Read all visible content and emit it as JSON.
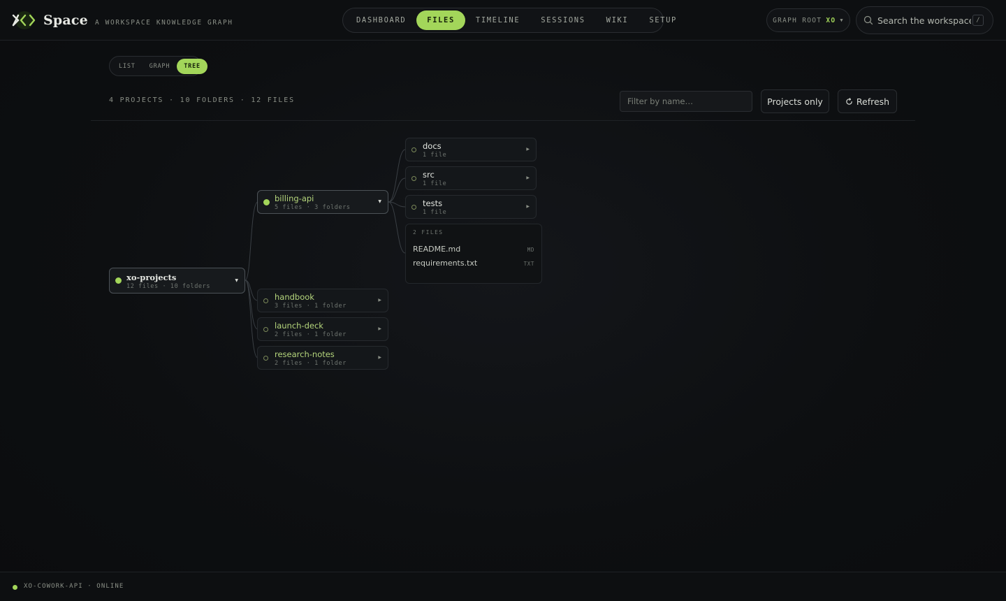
{
  "brand": {
    "name": "Space",
    "tagline": "A WORKSPACE KNOWLEDGE GRAPH"
  },
  "nav": {
    "items": [
      "DASHBOARD",
      "FILES",
      "TIMELINE",
      "SESSIONS",
      "WIKI",
      "SETUP"
    ],
    "active": "FILES"
  },
  "graph_root": {
    "label": "GRAPH ROOT",
    "value": "XO"
  },
  "search": {
    "placeholder": "Search the workspace…",
    "shortcut": "/"
  },
  "view_toggle": {
    "items": [
      "LIST",
      "GRAPH",
      "TREE"
    ],
    "active": "TREE"
  },
  "stats": "4 PROJECTS · 10 FOLDERS · 12 FILES",
  "toolbar": {
    "filter_placeholder": "Filter by name…",
    "projects_only": "Projects only",
    "refresh": "Refresh"
  },
  "tree": {
    "root": {
      "name": "xo-projects",
      "meta": "12 files · 10 folders"
    },
    "projects": [
      {
        "name": "billing-api",
        "meta": "5 files · 3 folders",
        "expanded": true
      },
      {
        "name": "handbook",
        "meta": "3 files · 1 folder"
      },
      {
        "name": "launch-deck",
        "meta": "2 files · 1 folder"
      },
      {
        "name": "research-notes",
        "meta": "2 files · 1 folder"
      }
    ],
    "folders": [
      {
        "name": "docs",
        "meta": "1 file"
      },
      {
        "name": "src",
        "meta": "1 file"
      },
      {
        "name": "tests",
        "meta": "1 file"
      }
    ],
    "files_header": "2 FILES",
    "files": [
      {
        "name": "README.md",
        "ext": "MD"
      },
      {
        "name": "requirements.txt",
        "ext": "TXT"
      }
    ]
  },
  "footer": {
    "status": "XO-COWORK-API · ONLINE"
  },
  "colors": {
    "accent": "#a3d65a",
    "background": "#0d0f11",
    "panel": "#14171a",
    "border": "#2a2d31"
  }
}
